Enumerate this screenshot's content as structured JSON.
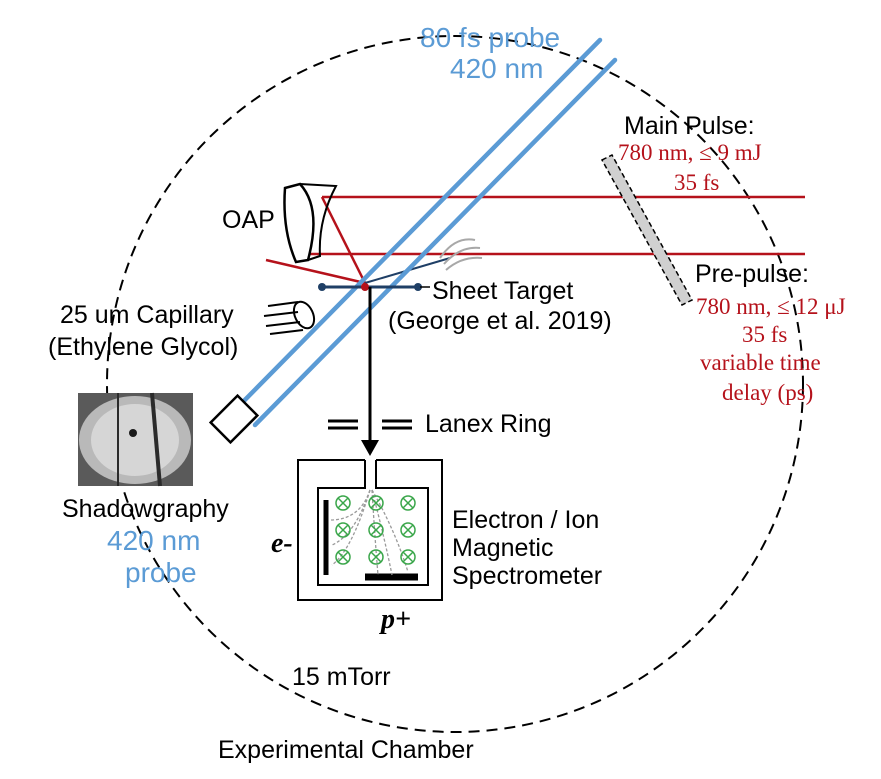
{
  "labels": {
    "probe_line1": "80 fs probe",
    "probe_line2": "420 nm",
    "main_pulse_title": "Main Pulse:",
    "main_pulse_line1": "780 nm, ≤ 9 mJ",
    "main_pulse_line2": "35 fs",
    "oap": "OAP",
    "pre_pulse_title": "Pre-pulse:",
    "pre_pulse_line1": "780 nm, ≤ 12 μJ",
    "pre_pulse_line2": "35 fs",
    "pre_pulse_line3": "variable time",
    "pre_pulse_line4": "delay (ps)",
    "sheet_target_line1": "Sheet Target",
    "sheet_target_line2": "(George et al. 2019)",
    "capillary_line1": "25 um Capillary",
    "capillary_line2": "(Ethylene Glycol)",
    "lanex_ring": "Lanex Ring",
    "shadowgraphy": "Shadowgraphy",
    "shadow_probe_line1": "420 nm",
    "shadow_probe_line2": "probe",
    "spectrometer_line1": "Electron / Ion",
    "spectrometer_line2": "Magnetic",
    "spectrometer_line3": "Spectrometer",
    "electron_symbol": "e-",
    "proton_symbol": "p+",
    "pressure": "15 mTorr",
    "chamber": "Experimental Chamber"
  },
  "colors": {
    "probe_beam": "#5b9bd5",
    "main_beam": "#b5121b",
    "text_red": "#b5121b",
    "magnet_field": "#3aa64a",
    "target": "#1f3f66"
  },
  "icons": {
    "field_symbol": "circled-cross"
  }
}
